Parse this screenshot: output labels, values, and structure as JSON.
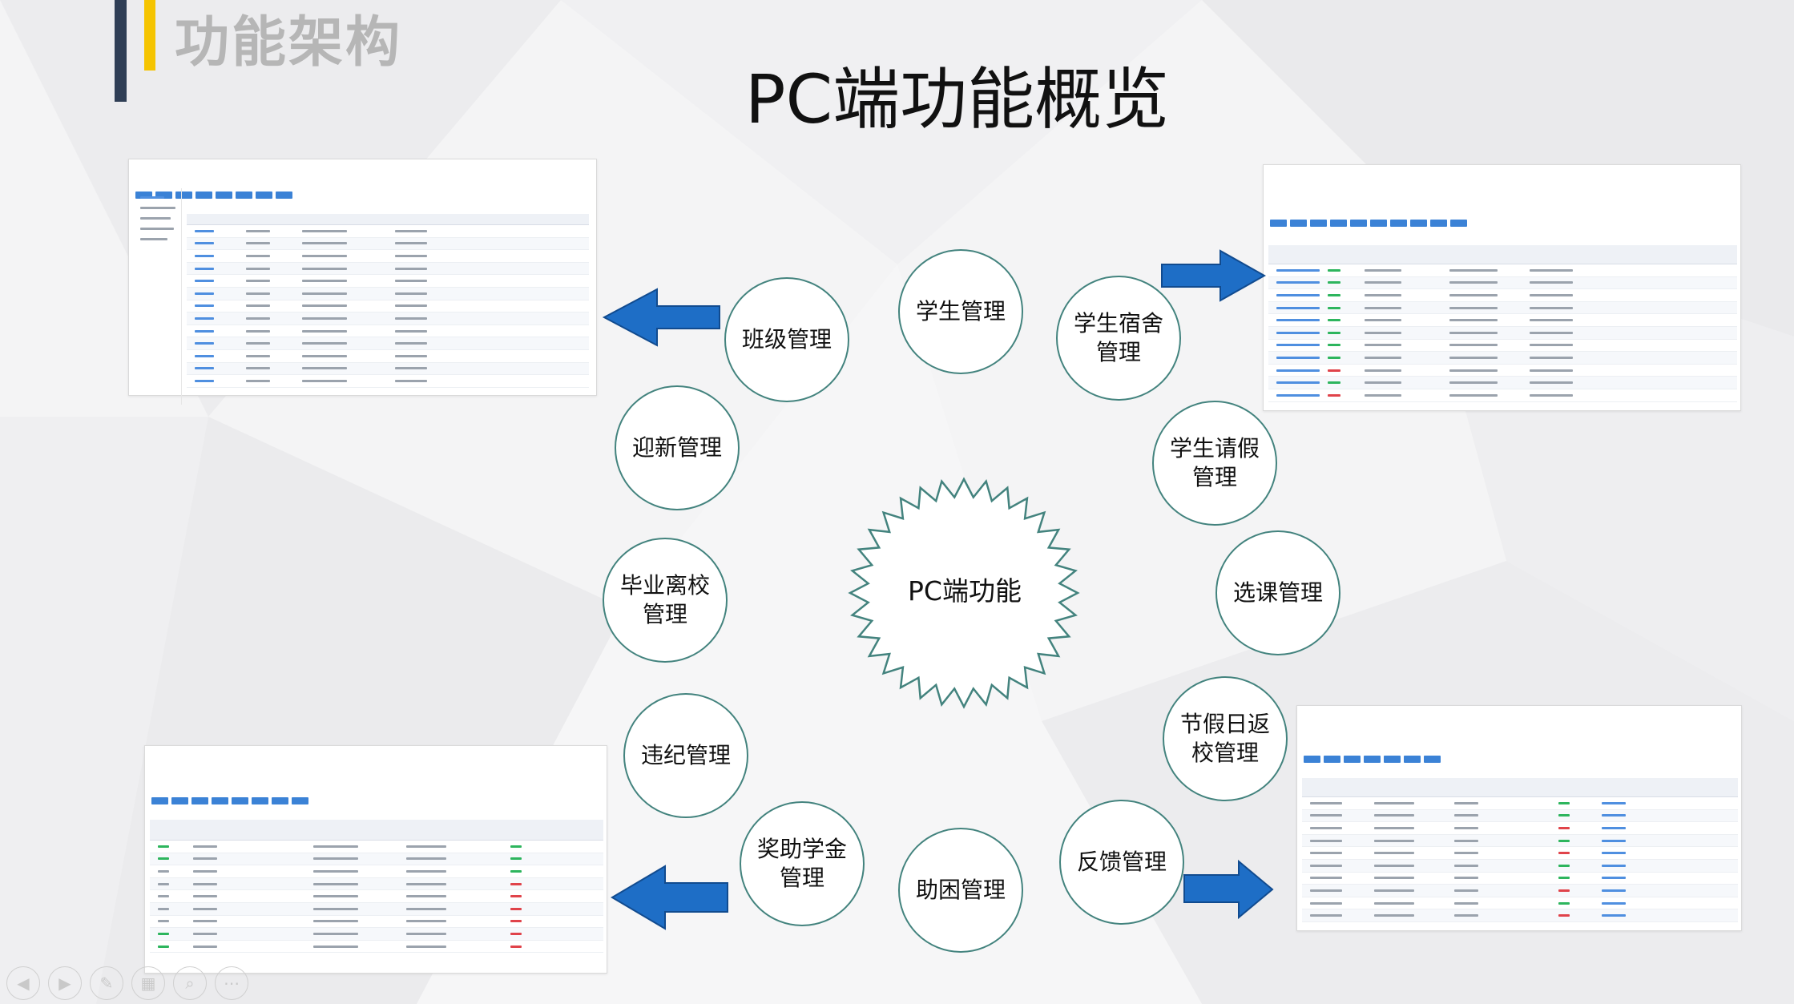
{
  "section_title": "功能架构",
  "main_title": "PC端功能概览",
  "center_label": "PC端功能",
  "modules": {
    "student_mgmt": "学生管理",
    "dorm_mgmt": "学生宿舍\n管理",
    "leave_mgmt": "学生请假\n管理",
    "course_mgmt": "选课管理",
    "holiday_mgmt": "节假日返\n校管理",
    "feedback_mgmt": "反馈管理",
    "aid_mgmt": "助困管理",
    "scholarship_mgmt": "奖助学金\n管理",
    "discipline_mgmt": "违纪管理",
    "graduation_mgmt": "毕业离校\n管理",
    "welcome_mgmt": "迎新管理",
    "class_mgmt": "班级管理"
  },
  "colors": {
    "accent_blue": "#2f3e55",
    "accent_yellow": "#f5c400",
    "circle_border": "#43837e",
    "arrow_fill": "#1e6ec6",
    "arrow_stroke": "#114b8f",
    "ui_primary": "#3b82d6"
  },
  "icons": [
    "prev-icon",
    "next-icon",
    "pen-icon",
    "slides-icon",
    "zoom-icon",
    "more-icon"
  ],
  "playback_controls": {
    "prev": "◀",
    "next": "▶",
    "pen": "✎",
    "slides": "▦",
    "zoom": "⌕",
    "more": "⋯"
  }
}
